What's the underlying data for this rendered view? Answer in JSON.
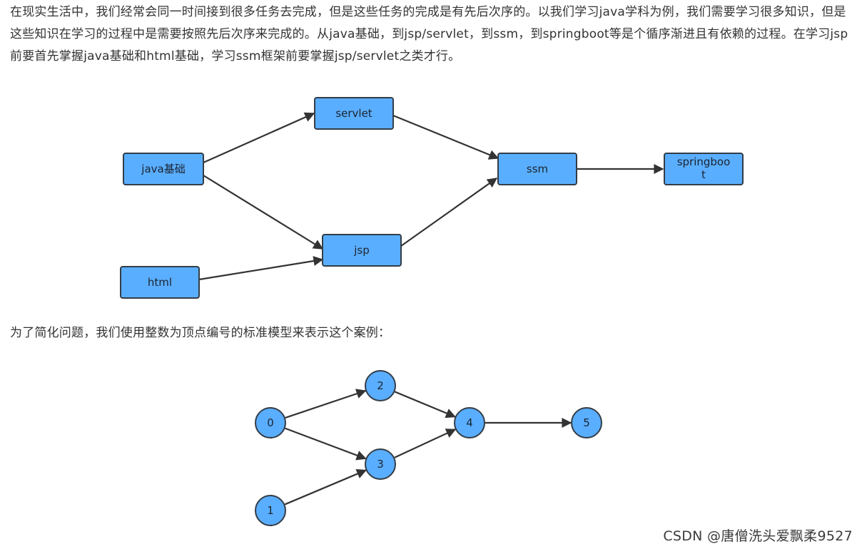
{
  "text": {
    "intro": "在现实生活中，我们经常会同一时间接到很多任务去完成，但是这些任务的完成是有先后次序的。以我们学习java学科为例，我们需要学习很多知识，但是这些知识在学习的过程中是需要按照先后次序来完成的。从java基础，到jsp/servlet，到ssm，到springboot等是个循序渐进且有依赖的过程。在学习jsp前要首先掌握java基础和html基础，学习ssm框架前要掌握jsp/servlet之类才行。",
    "lead": "为了简化问题，我们使用整数为顶点编号的标准模型来表示这个案例："
  },
  "diagram1": {
    "nodes": [
      {
        "id": "java",
        "label": "java基础"
      },
      {
        "id": "html",
        "label": "html"
      },
      {
        "id": "servlet",
        "label": "servlet"
      },
      {
        "id": "jsp",
        "label": "jsp"
      },
      {
        "id": "ssm",
        "label": "ssm"
      },
      {
        "id": "springboot",
        "label": "springboo",
        "label2": "t"
      }
    ],
    "edges": [
      {
        "from": "java",
        "to": "servlet"
      },
      {
        "from": "java",
        "to": "jsp"
      },
      {
        "from": "html",
        "to": "jsp"
      },
      {
        "from": "servlet",
        "to": "ssm"
      },
      {
        "from": "jsp",
        "to": "ssm"
      },
      {
        "from": "ssm",
        "to": "springboot"
      }
    ]
  },
  "diagram2": {
    "nodes": [
      {
        "id": "n0",
        "label": "0"
      },
      {
        "id": "n1",
        "label": "1"
      },
      {
        "id": "n2",
        "label": "2"
      },
      {
        "id": "n3",
        "label": "3"
      },
      {
        "id": "n4",
        "label": "4"
      },
      {
        "id": "n5",
        "label": "5"
      }
    ],
    "edges": [
      {
        "from": "n0",
        "to": "n2"
      },
      {
        "from": "n0",
        "to": "n3"
      },
      {
        "from": "n1",
        "to": "n3"
      },
      {
        "from": "n2",
        "to": "n4"
      },
      {
        "from": "n3",
        "to": "n4"
      },
      {
        "from": "n4",
        "to": "n5"
      }
    ]
  },
  "watermark": "CSDN @唐僧洗头爱飘柔9527",
  "colors": {
    "node_fill": "#5aaeff",
    "node_stroke": "#333d47",
    "edge": "#333333"
  }
}
